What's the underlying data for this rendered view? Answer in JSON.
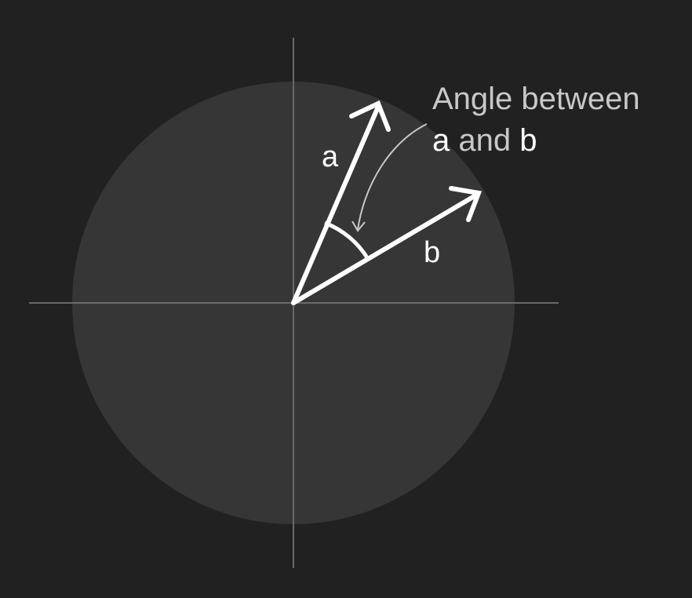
{
  "colors": {
    "background": "#212121",
    "circle": "#363636",
    "axes": "#6a6a6a",
    "vectors": "#ffffff",
    "annotation": "#c8c8c8",
    "highlight": "#ffffff"
  },
  "vectors": {
    "a": {
      "label": "a"
    },
    "b": {
      "label": "b"
    }
  },
  "annotation": {
    "line1": "Angle between",
    "line2_part1": "a",
    "line2_part2": " and ",
    "line2_part3": "b"
  }
}
